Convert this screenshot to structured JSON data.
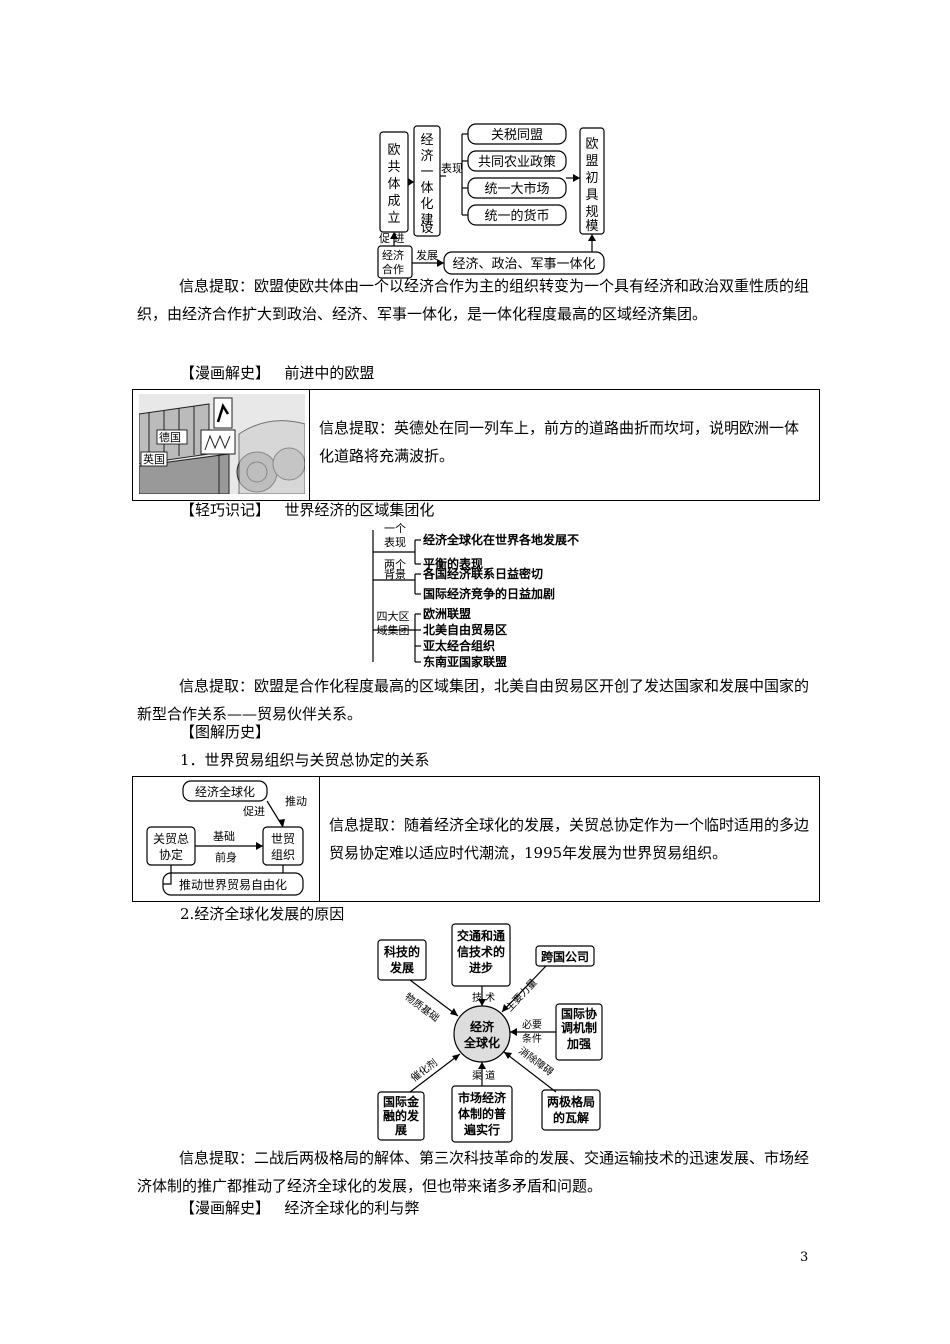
{
  "diagram1": {
    "eu_founded": "欧共体成立",
    "integration": "经济一体化建设",
    "biaoxian": "表现",
    "items": [
      "关税同盟",
      "共同农业政策",
      "统一大市场",
      "统一的货币"
    ],
    "eu_scale": "欧盟初具规模",
    "cujin": "促进",
    "econ_coop": "经济合作",
    "fazhan": "发展",
    "integration_all": "经济、政治、军事一体化"
  },
  "info1": "信息提取：欧盟使欧共体由一个以经济合作为主的组织转变为一个具有经济和政治双重性质的组织，由经济合作扩大到政治、经济、军事一体化，是一体化程度最高的区域经济集团。",
  "comic1": {
    "heading_tag": "【漫画解史】",
    "heading_title": "前进中的欧盟",
    "label_germany": "德国",
    "label_uk": "英国",
    "info": "信息提取：英德处在同一列车上，前方的道路曲折而坎坷，说明欧洲一体化道路将充满波折。"
  },
  "memory": {
    "heading_tag": "【轻巧识记】",
    "heading_title": "世界经济的区域集团化",
    "group1_label": "一个表现",
    "group1_items": [
      "经济全球化在世界各地发展不",
      "平衡的表现"
    ],
    "group2_label": "两个背景",
    "group2_items": [
      "各国经济联系日益密切",
      "国际经济竞争的日益加剧"
    ],
    "group3_label": "四大区域集团",
    "group3_items": [
      "欧洲联盟",
      "北美自由贸易区",
      "亚太经合组织",
      "东南亚国家联盟"
    ]
  },
  "info2": "信息提取：欧盟是合作化程度最高的区域集团，北美自由贸易区开创了发达国家和发展中国家的新型合作关系——贸易伙伴关系。",
  "tujie": {
    "heading": "【图解历史】",
    "sub1": "1．世界贸易组织与关贸总协定的关系",
    "diagram": {
      "globalization": "经济全球化",
      "cujin": "促进",
      "tuidong": "推动",
      "gatt": "关贸总协定",
      "jichu": "基础",
      "qianshen": "前身",
      "wto": "世贸组织",
      "free_trade": "推动世界贸易自由化"
    },
    "info": "信息提取：随着经济全球化的发展，关贸总协定作为一个临时适用的多边贸易协定难以适应时代潮流，1995年发展为世界贸易组织。",
    "sub2": "2.经济全球化发展的原因"
  },
  "radial": {
    "center": "经济全球化",
    "nodes": {
      "tech": "科技的发展",
      "transport": "交通和通信技术的进步",
      "mnc": "跨国公司",
      "coord": "国际协调机制加强",
      "bipolar": "两极格局的瓦解",
      "market": "市场经济体制的普遍实行",
      "finance": "国际金融的发展"
    },
    "edges": {
      "tech": "物质基础",
      "transport": "技术",
      "mnc": "主要力量",
      "coord": "必要条件",
      "bipolar": "消除障碍",
      "market": "渠道",
      "finance": "催化剂"
    }
  },
  "info3": "信息提取：二战后两极格局的解体、第三次科技革命的发展、交通运输技术的迅速发展、市场经济体制的推广都推动了经济全球化的发展，但也带来诸多矛盾和问题。",
  "comic2": {
    "heading_tag": "【漫画解史】",
    "heading_title": "经济全球化的利与弊"
  },
  "page_number": "3"
}
